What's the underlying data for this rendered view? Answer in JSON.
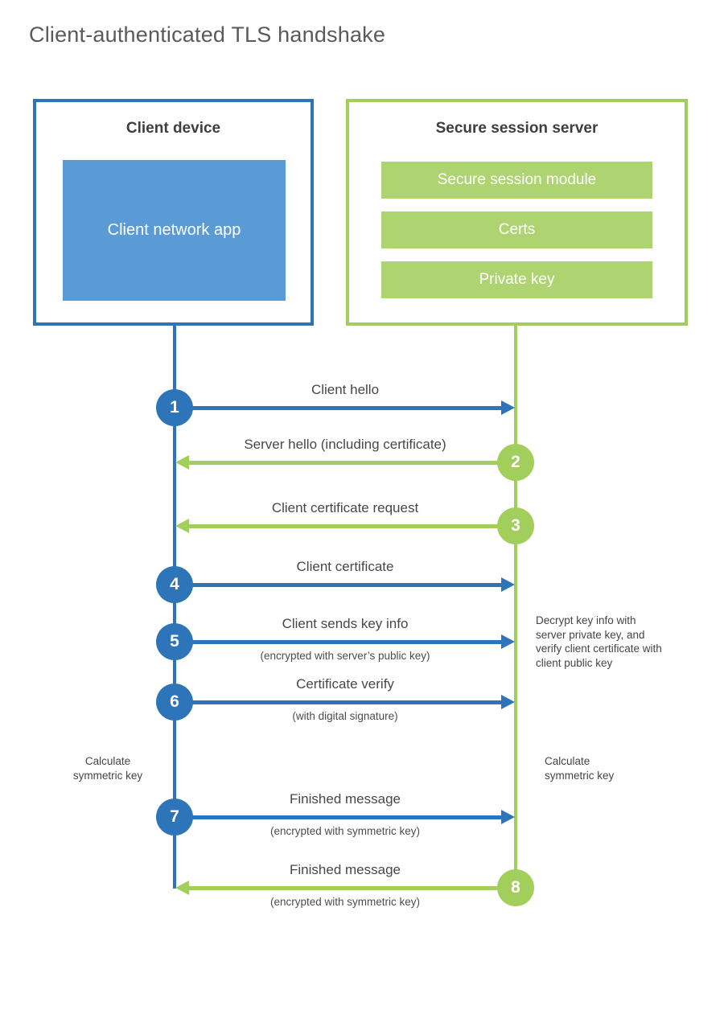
{
  "page_title": "Client-authenticated TLS handshake",
  "colors": {
    "blue": "#2e74b8",
    "blue-fill": "#5b9bd5",
    "green": "#a2ce5c",
    "green-fill": "#aed472"
  },
  "client_box": {
    "title": "Client device",
    "app_label": "Client network app"
  },
  "server_box": {
    "title": "Secure session server",
    "modules": [
      "Secure session module",
      "Certs",
      "Private key"
    ]
  },
  "steps": [
    {
      "num": "1",
      "label": "Client hello",
      "from": "client",
      "direction": "right"
    },
    {
      "num": "2",
      "label": "Server hello (including certificate)",
      "from": "server",
      "direction": "left"
    },
    {
      "num": "3",
      "label": "Client certificate request",
      "from": "server",
      "direction": "left"
    },
    {
      "num": "4",
      "label": "Client certificate",
      "from": "client",
      "direction": "right"
    },
    {
      "num": "5",
      "label": "Client sends key info",
      "sub": "(encrypted with server’s public key)",
      "from": "client",
      "direction": "right"
    },
    {
      "num": "6",
      "label": "Certificate verify",
      "sub": "(with digital signature)",
      "from": "client",
      "direction": "right"
    },
    {
      "num": "7",
      "label": "Finished message",
      "sub": "(encrypted with symmetric key)",
      "from": "client",
      "direction": "right"
    },
    {
      "num": "8",
      "label": "Finished message",
      "sub": "(encrypted with symmetric key)",
      "from": "server",
      "direction": "left"
    }
  ],
  "annotations": {
    "decrypt_note": "Decrypt key info with server private key, and verify client certificate with client public key",
    "calculate": {
      "line1": "Calculate",
      "line2": "symmetric key"
    }
  }
}
